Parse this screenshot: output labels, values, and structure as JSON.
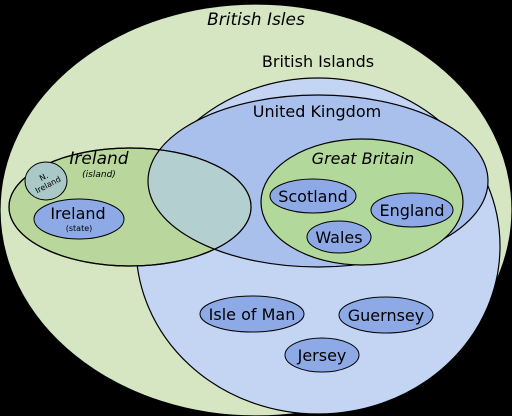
{
  "colors": {
    "background": "#000000",
    "british_isles_fill": "#d6e6c3",
    "british_islands_fill": "#c3d5f2",
    "united_kingdom_fill": "#a9c0ec",
    "great_britain_fill": "#b3d89c",
    "country_fill": "#8eaae6",
    "ireland_island_fill": "#b9d79d",
    "overlap_fill": "#b4cfd0",
    "northern_ireland_fill": "#a9c8c7",
    "stroke": "#000000"
  },
  "regions": {
    "british_isles": {
      "label": "British Isles"
    },
    "british_islands": {
      "label": "British Islands"
    },
    "united_kingdom": {
      "label": "United Kingdom"
    },
    "great_britain": {
      "label": "Great Britain"
    },
    "ireland_island": {
      "label": "Ireland",
      "sublabel": "(island)"
    },
    "ireland_state": {
      "label": "Ireland",
      "sublabel": "(state)"
    },
    "northern_ireland": {
      "label_line1": "N.",
      "label_line2": "Ireland"
    },
    "scotland": {
      "label": "Scotland"
    },
    "england": {
      "label": "England"
    },
    "wales": {
      "label": "Wales"
    },
    "isle_of_man": {
      "label": "Isle of Man"
    },
    "guernsey": {
      "label": "Guernsey"
    },
    "jersey": {
      "label": "Jersey"
    }
  }
}
